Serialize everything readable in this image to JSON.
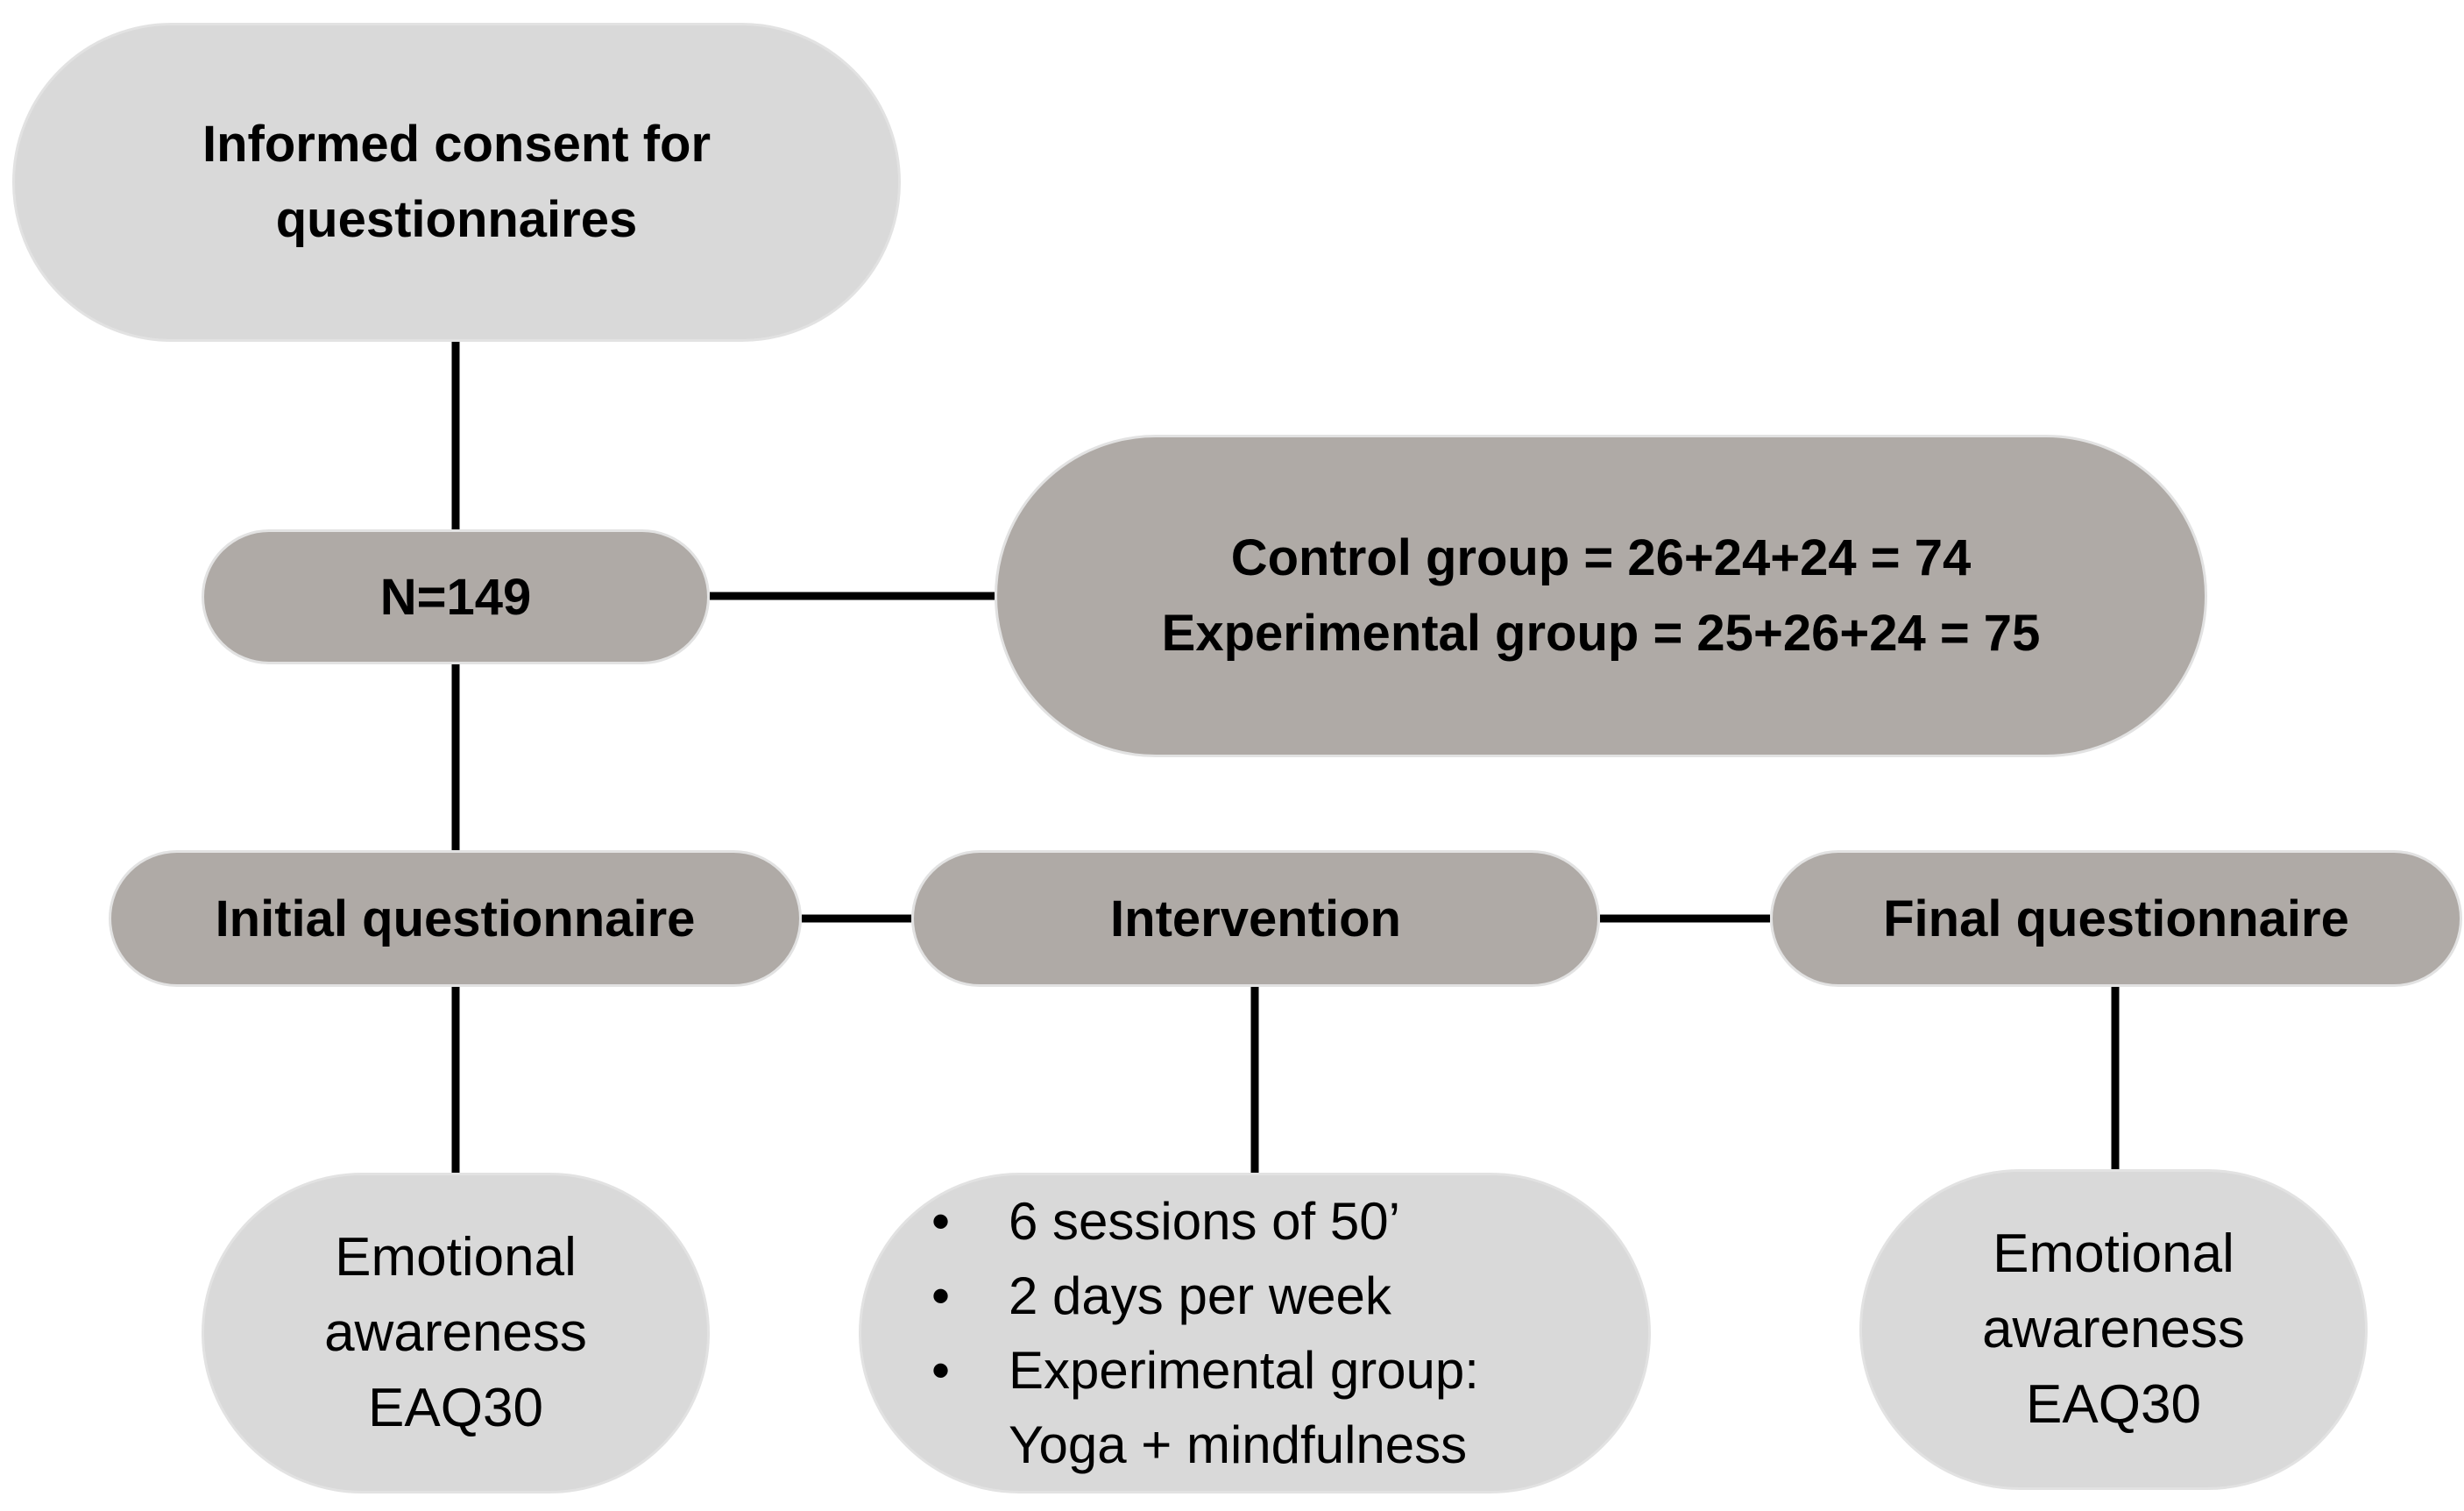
{
  "colors": {
    "light_node": "#d9d9d9",
    "dark_node": "#afaaa6",
    "connector": "#000000"
  },
  "nodes": {
    "consent": {
      "lines": [
        "Informed consent for",
        "questionnaires"
      ]
    },
    "sample": {
      "label": "N=149"
    },
    "groups": {
      "lines": [
        "Control group = 26+24+24 = 74",
        "Experimental group = 25+26+24 = 75"
      ]
    },
    "initial": {
      "label": "Initial questionnaire"
    },
    "intervention": {
      "label": "Intervention"
    },
    "final": {
      "label": "Final questionnaire"
    },
    "initial_measure": {
      "lines": [
        "Emotional",
        "awareness",
        "EAQ30"
      ]
    },
    "intervention_details": {
      "bullet": "•",
      "items": [
        {
          "text": "6 sessions of 50’"
        },
        {
          "text": "2 days per week"
        },
        {
          "text": "Experimental group:",
          "cont": "Yoga + mindfulness"
        }
      ]
    },
    "final_measure": {
      "lines": [
        "Emotional",
        "awareness",
        "EAQ30"
      ]
    }
  }
}
